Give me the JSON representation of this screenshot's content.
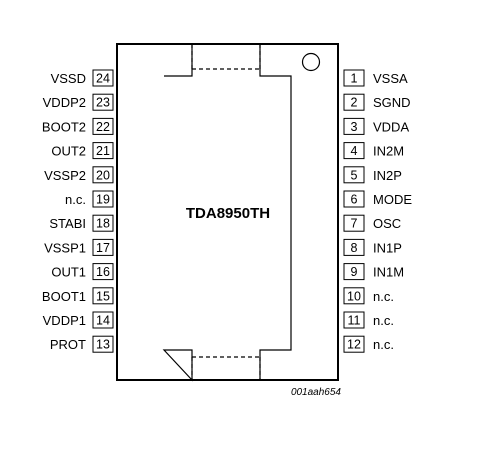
{
  "chip": {
    "part_number": "TDA8950TH",
    "figure_id": "001aah654"
  },
  "left_pins": [
    {
      "number": "24",
      "name": "VSSD"
    },
    {
      "number": "23",
      "name": "VDDP2"
    },
    {
      "number": "22",
      "name": "BOOT2"
    },
    {
      "number": "21",
      "name": "OUT2"
    },
    {
      "number": "20",
      "name": "VSSP2"
    },
    {
      "number": "19",
      "name": "n.c."
    },
    {
      "number": "18",
      "name": "STABI"
    },
    {
      "number": "17",
      "name": "VSSP1"
    },
    {
      "number": "16",
      "name": "OUT1"
    },
    {
      "number": "15",
      "name": "BOOT1"
    },
    {
      "number": "14",
      "name": "VDDP1"
    },
    {
      "number": "13",
      "name": "PROT"
    }
  ],
  "right_pins": [
    {
      "number": "1",
      "name": "VSSA"
    },
    {
      "number": "2",
      "name": "SGND"
    },
    {
      "number": "3",
      "name": "VDDA"
    },
    {
      "number": "4",
      "name": "IN2M"
    },
    {
      "number": "5",
      "name": "IN2P"
    },
    {
      "number": "6",
      "name": "MODE"
    },
    {
      "number": "7",
      "name": "OSC"
    },
    {
      "number": "8",
      "name": "IN1P"
    },
    {
      "number": "9",
      "name": "IN1M"
    },
    {
      "number": "10",
      "name": "n.c."
    },
    {
      "number": "11",
      "name": "n.c."
    },
    {
      "number": "12",
      "name": "n.c."
    }
  ]
}
